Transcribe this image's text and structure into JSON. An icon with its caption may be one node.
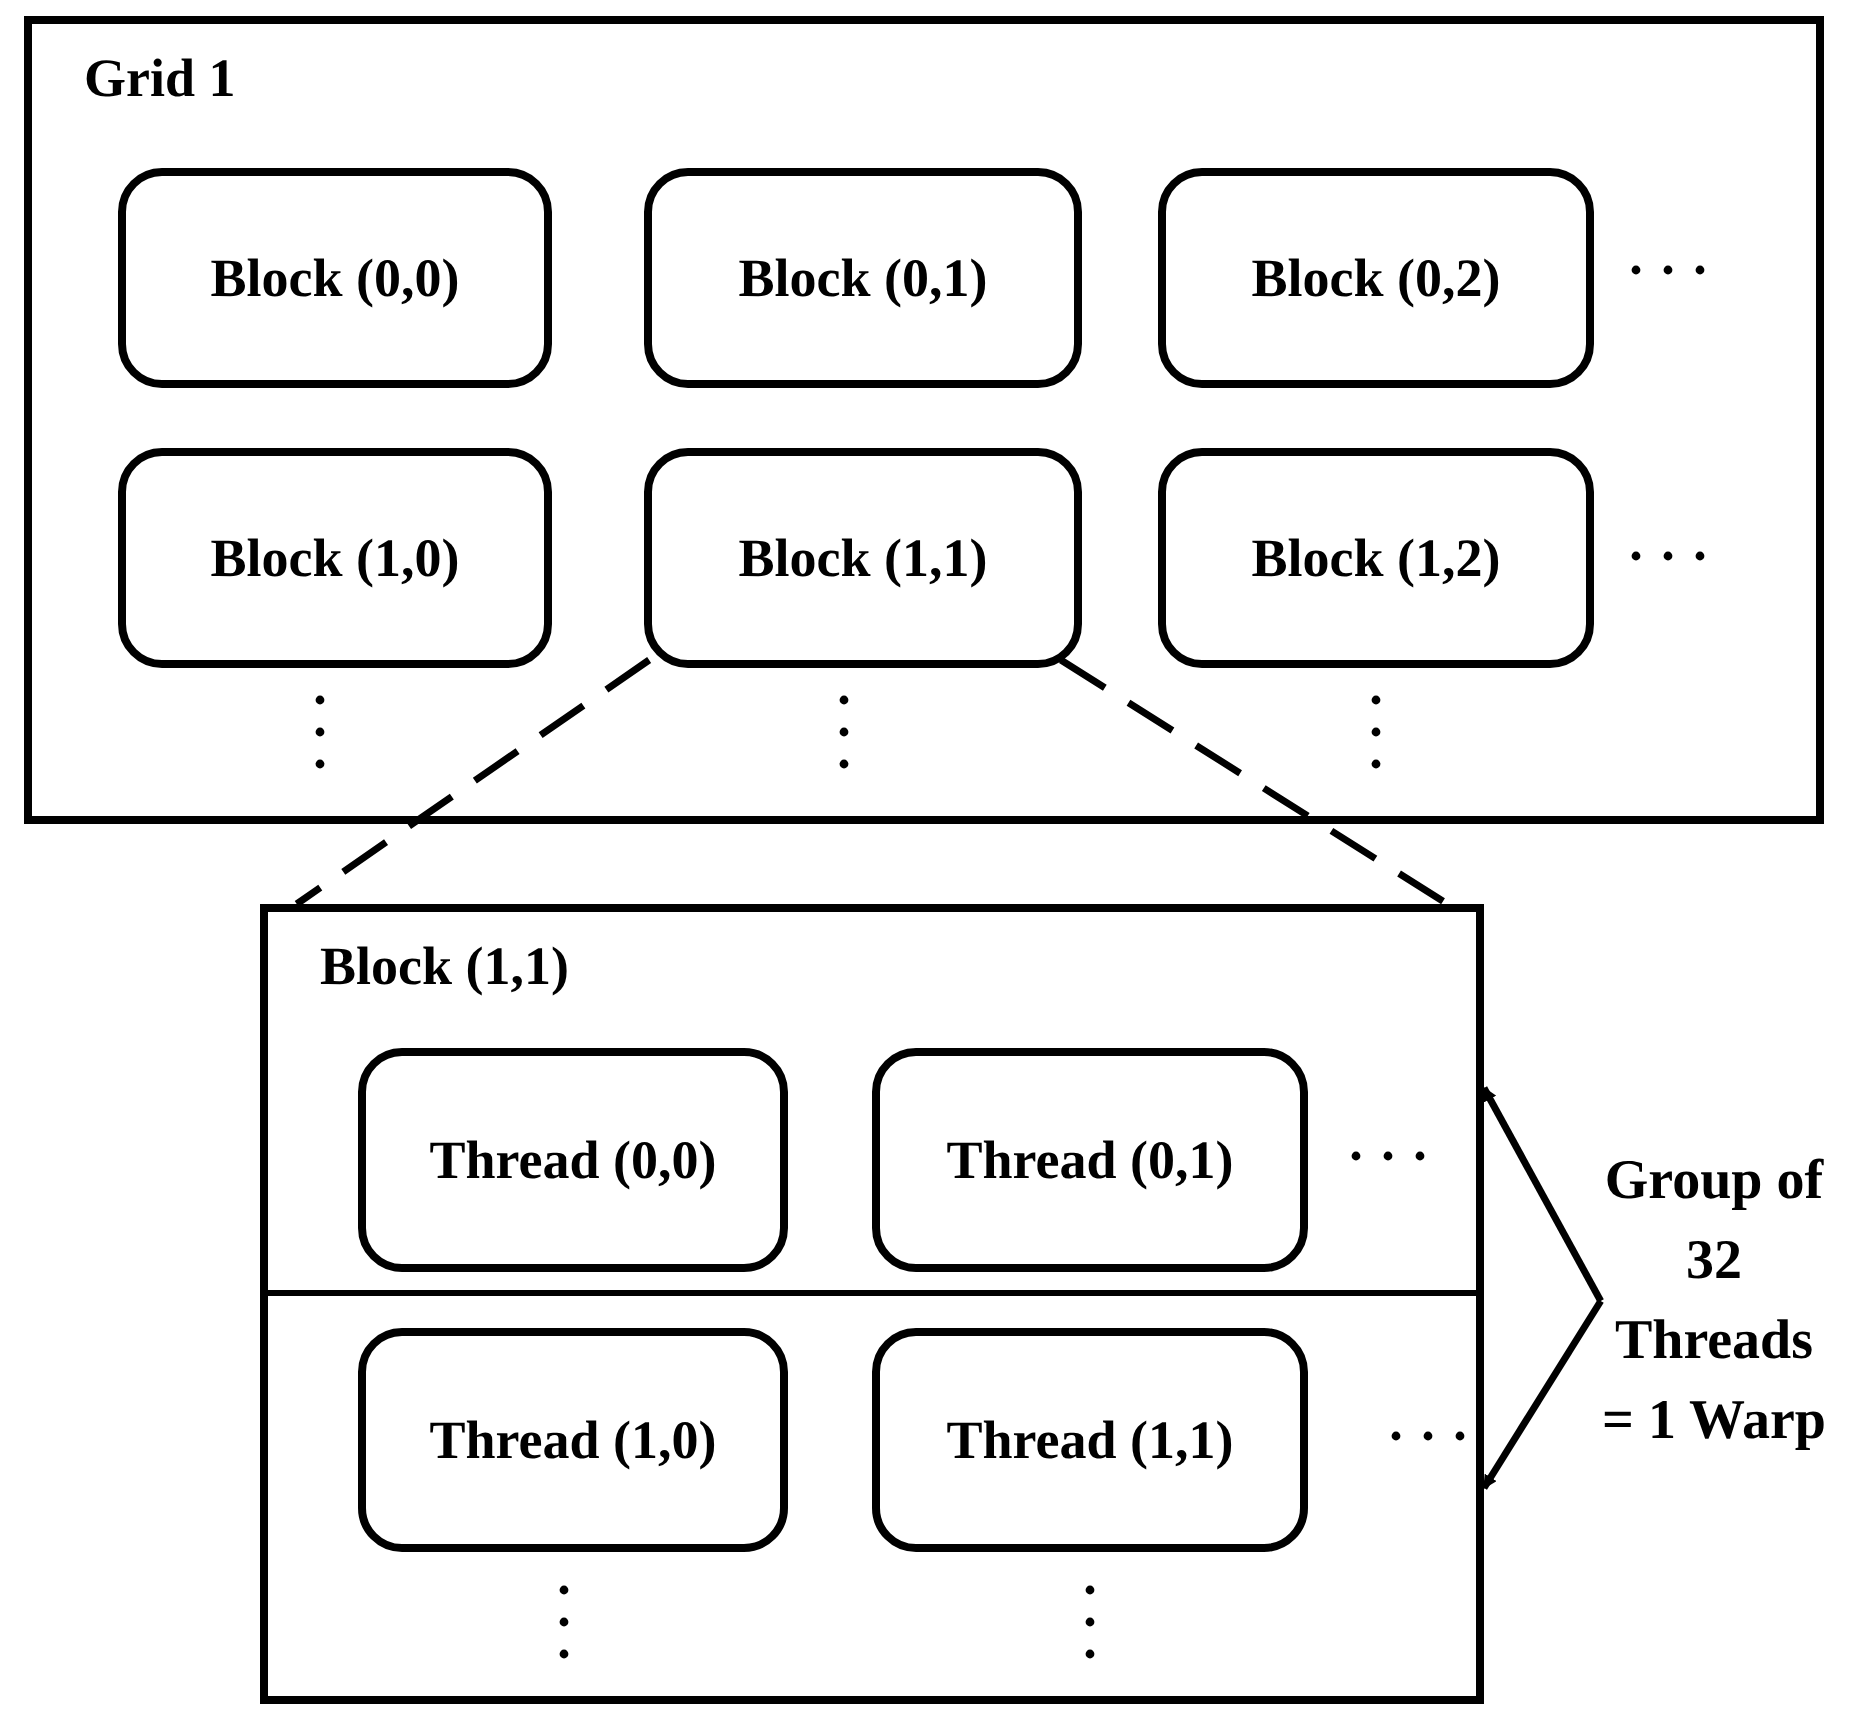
{
  "diagram": {
    "nodes": [
      {
        "text": [
          "Grid 1"
        ]
      },
      {
        "text": [
          "Block (0,0)"
        ],
        "in": 0
      },
      {
        "text": [
          "Block (0,1)"
        ],
        "in": 0
      },
      {
        "text": [
          "Block (0,2)"
        ],
        "in": 0
      },
      {
        "text": [
          "Block (1,0)"
        ],
        "in": 0
      },
      {
        "text": [
          "Block (1,1)"
        ],
        "in": 0
      },
      {
        "text": [
          "Block (1,2)"
        ],
        "in": 0
      },
      {
        "text": [
          "Block (1,1)"
        ]
      },
      {
        "text": [
          "Thread (0,0)"
        ],
        "in": 7
      },
      {
        "text": [
          "Thread (0,1)"
        ],
        "in": 7
      },
      {
        "text": [
          "Thread (1,0)"
        ],
        "in": 7
      },
      {
        "text": [
          "Thread (1,1)"
        ],
        "in": 7
      },
      {
        "text": [
          "Group of 32 Threads = 1 Warp"
        ]
      }
    ],
    "edges": [
      {
        "from": 5,
        "to": 7,
        "arrow": "none",
        "style": "dashed"
      },
      {
        "from": 5,
        "to": 7,
        "arrow": "none",
        "style": "dashed"
      },
      {
        "from": 12,
        "to": 7,
        "arrow": "to"
      },
      {
        "from": 12,
        "to": 7,
        "arrow": "to"
      }
    ]
  }
}
